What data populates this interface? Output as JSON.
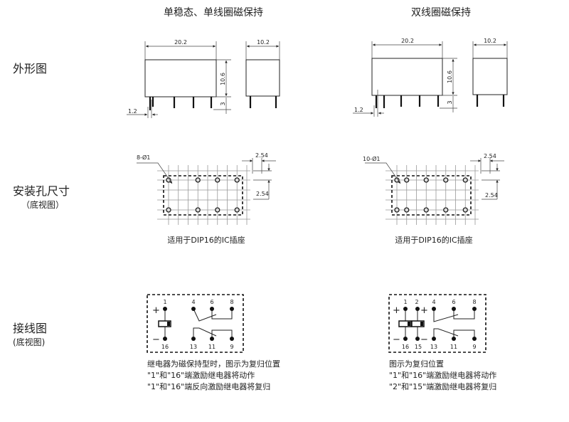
{
  "columns": {
    "left_title": "单稳态、单线圈磁保持",
    "right_title": "双线圈磁保持"
  },
  "rows": {
    "outline": "外形图",
    "holes": "安装孔尺寸",
    "holes_sub": "（底视图）",
    "wiring": "接线图",
    "wiring_sub": "(底视图)"
  },
  "dimensions": {
    "length": "20.2",
    "width": "10.2",
    "height": "10.6",
    "pin_length": "3",
    "pin_offset": "1.2",
    "pitch": "2.54"
  },
  "holes": {
    "left_count": "8-Ø1",
    "right_count": "10-Ø1",
    "caption": "适用于DIP16的IC插座"
  },
  "wiring": {
    "left": {
      "top_pins": [
        "1",
        "4",
        "6",
        "8"
      ],
      "bottom_pins": [
        "16",
        "13",
        "11",
        "9"
      ],
      "plus": "+",
      "minus": "−",
      "notes": [
        "继电器为磁保持型时，图示为复归位置",
        "\"1\"和\"16\"端激励继电器将动作",
        "\"1\"和\"16\"端反向激励继电器将复归"
      ]
    },
    "right": {
      "top_pins": [
        "1",
        "2",
        "4",
        "6",
        "8"
      ],
      "bottom_pins": [
        "16",
        "15",
        "13",
        "11",
        "9"
      ],
      "plus": "+",
      "minus": "−",
      "notes": [
        "图示为复归位置",
        "\"1\"和\"16\"端激励继电器将动作",
        "\"2\"和\"15\"端激励继电器将复归"
      ]
    }
  }
}
